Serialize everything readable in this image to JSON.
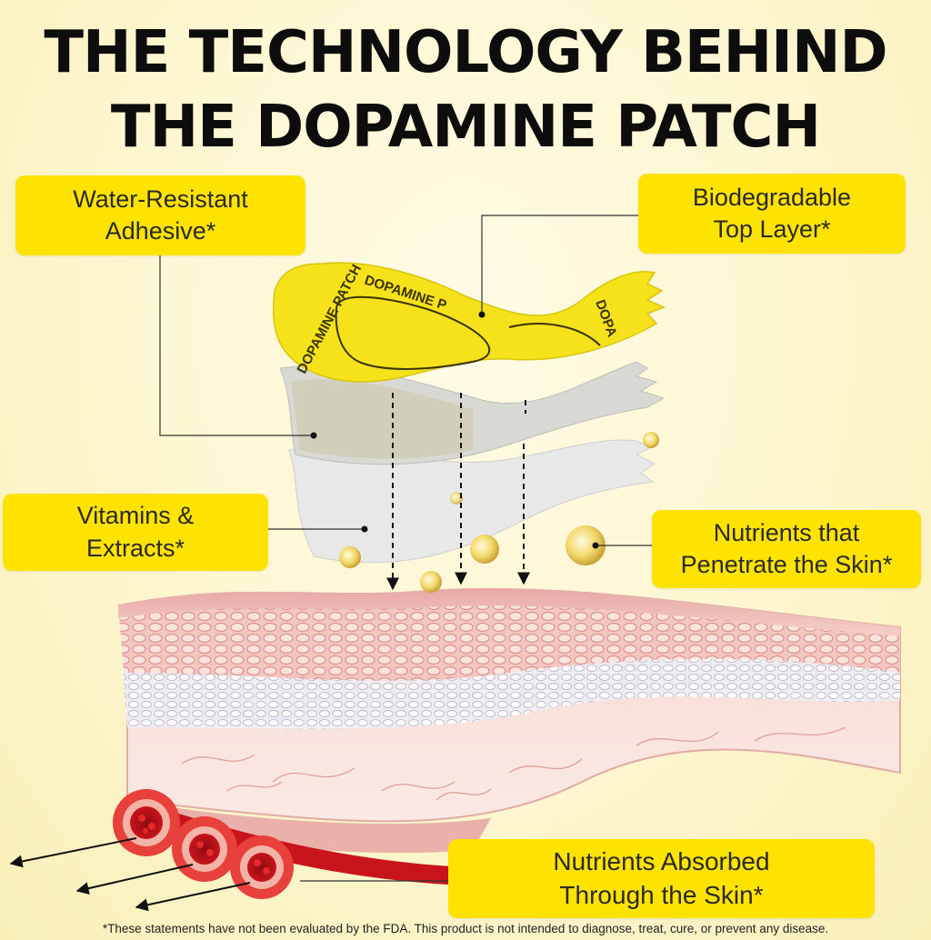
{
  "title": {
    "line1": "THE TECHNOLOGY BEHIND",
    "line2": "THE DOPAMINE PATCH"
  },
  "callouts": {
    "adhesive": {
      "line1": "Water-Resistant",
      "line2": "Adhesive*"
    },
    "top_layer": {
      "line1": "Biodegradable",
      "line2": "Top Layer*"
    },
    "vitamins": {
      "line1": "Vitamins &",
      "line2": "Extracts*"
    },
    "nutrients_penetrate": {
      "line1": "Nutrients that",
      "line2": "Penetrate the Skin*"
    },
    "absorbed": {
      "line1": "Nutrients Absorbed",
      "line2": "Through the Skin*"
    }
  },
  "patch_print": {
    "left": "DOPAMINE PATCH",
    "top": "DOPAMINE P",
    "right": "DOPA"
  },
  "disclaimer": "*These statements have not been evaluated by the FDA. This product is not intended to diagnose, treat, cure, or prevent any disease.",
  "colors": {
    "background": "#fdf6cf",
    "callout": "#ffe300",
    "title_text": "#0d0d0d",
    "patch_yellow": "#f6e21a",
    "skin": "#f2c9c4",
    "blood_vessel": "#c8141a"
  }
}
